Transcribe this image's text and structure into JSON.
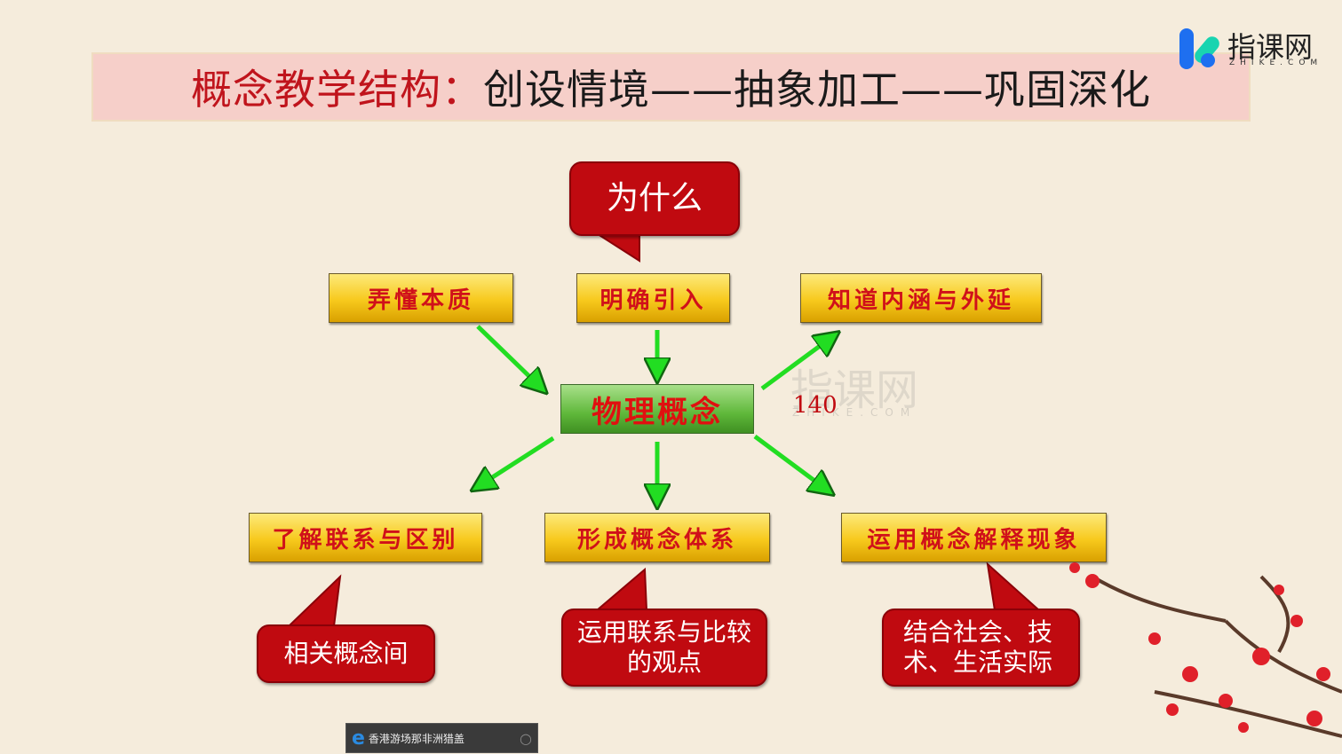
{
  "title": {
    "prefix": "概念教学结构：",
    "rest": "创设情境——抽象加工——巩固深化"
  },
  "logo": {
    "name": "指课网",
    "sub": "ZHIKE.COM"
  },
  "watermark": {
    "name": "指课网",
    "sub": "ZHIKE.COM"
  },
  "center": "物理概念",
  "page_number": "140",
  "top_boxes": [
    "弄懂本质",
    "明确引入",
    "知道内涵与外延"
  ],
  "bottom_boxes": [
    "了解联系与区别",
    "形成概念体系",
    "运用概念解释现象"
  ],
  "callouts": {
    "why": "为什么",
    "related": "相关概念间",
    "compare": "运用联系与比较的观点",
    "society": "结合社会、技术、生活实际"
  },
  "taskbar": {
    "search_text": "香港游场那非洲猎盖"
  },
  "colors": {
    "accent_red": "#c00a10",
    "arrow_green": "#22dd22",
    "box_yellow": "#f7c91c"
  }
}
